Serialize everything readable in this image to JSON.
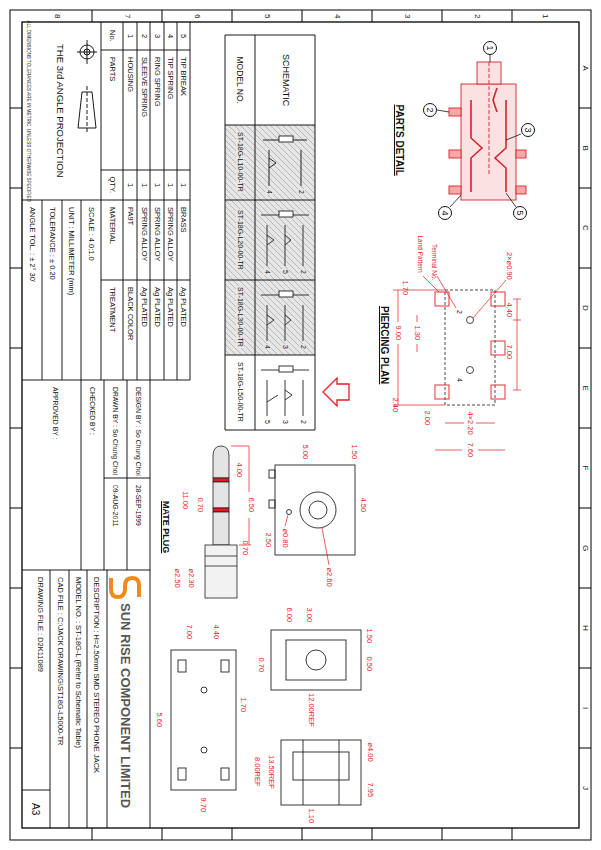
{
  "diagram": {
    "nodes": [
      {
        "text": [
          "1"
        ]
      },
      {
        "text": [
          "2"
        ]
      },
      {
        "text": [
          "3"
        ]
      },
      {
        "text": [
          "4"
        ]
      },
      {
        "text": [
          "5"
        ]
      }
    ],
    "labels": [
      "8",
      "7",
      "6",
      "5",
      "4",
      "3",
      "2",
      "1",
      "A",
      "B",
      "C",
      "D",
      "E",
      "F",
      "G",
      "H",
      "I",
      "J",
      "PARTS DETAIL",
      "PIERCING PLAN",
      "2×ø0.90",
      "Terminal No.",
      "Land Pattern",
      "1.70",
      "1.30",
      "9.00",
      "4.40",
      "7.00",
      "2.40",
      "2.00",
      "4×2.20",
      "7.60",
      "2",
      "4",
      "SCHEMATIC",
      "MODEL NO.",
      "2",
      "4",
      "2",
      "5",
      "4",
      "2",
      "3",
      "4",
      "2",
      "3",
      "5",
      "ST-18G-L10-00-TR",
      "ST-18G-L20-00-TR",
      "ST-18G-L30-00-TR",
      "ST-18G-L50-00-TR",
      "5",
      "TIP BREAK",
      "1",
      "BRASS",
      "Ag PLATED",
      "4",
      "TIP SPRING",
      "1",
      "SPRING ALLOY",
      "Ag PLATED",
      "3",
      "RING SPRING",
      "1",
      "SPRING ALLOY",
      "Ag PLATED",
      "2",
      "SLEEVE SPRING",
      "1",
      "SPRING ALLOY",
      "Ag PLATED",
      "1",
      "HOUSING",
      "1",
      "PA9T",
      "BLACK COLOR",
      "No.",
      "PARTS",
      "QTY.",
      "MATERIAL",
      "TREATMENT",
      "SCALE : 4.0:1.0",
      "UNIT : MILLIMETER (mm)",
      "TOLERANCE : ± 0.20",
      "ANGLE TOL. : ± 2° 30'",
      "THE 3rd ANGLE PROJECTION",
      "ALL DIMENSIONS TOLERANCES ARE IN METRIC, UNLESS OTHERWISE SPECIFIED",
      "DESIGN BY : So Chung Choi",
      "28-SEP-1999",
      "DRAWN BY : So Chung Choi",
      "09-AUG-2011",
      "CHECKED BY :",
      "APPROVED BY :",
      "SUN RISE COMPONENT LIMITED",
      "DESCRIPTION : H=2.50mm SMD STEREO PHONE JACK",
      "MODEL NO. : ST-18G-L (Refer to Schematic Table)",
      "CAD FILE : C:\\JACK DRAWING\\ST18G-L5000-TR",
      "DRAWING FILE : D2K11089",
      "A3",
      "MATE PLUG",
      "6.50",
      "4.00",
      "11.00",
      "0.70",
      "0.70",
      "ø2.30",
      "ø2.50",
      "1.50",
      "4.50",
      "5.00",
      "ø2.60",
      "ø0.80",
      "2.50",
      "1.50",
      "0.50",
      "3.00",
      "6.00",
      "12.00REF",
      "0.70",
      "ø4.00",
      "7.95",
      "13.50REF",
      "1.10",
      "8.00REF",
      "1.70",
      "4.40",
      "7.00",
      "9.70",
      "5.60"
    ]
  }
}
